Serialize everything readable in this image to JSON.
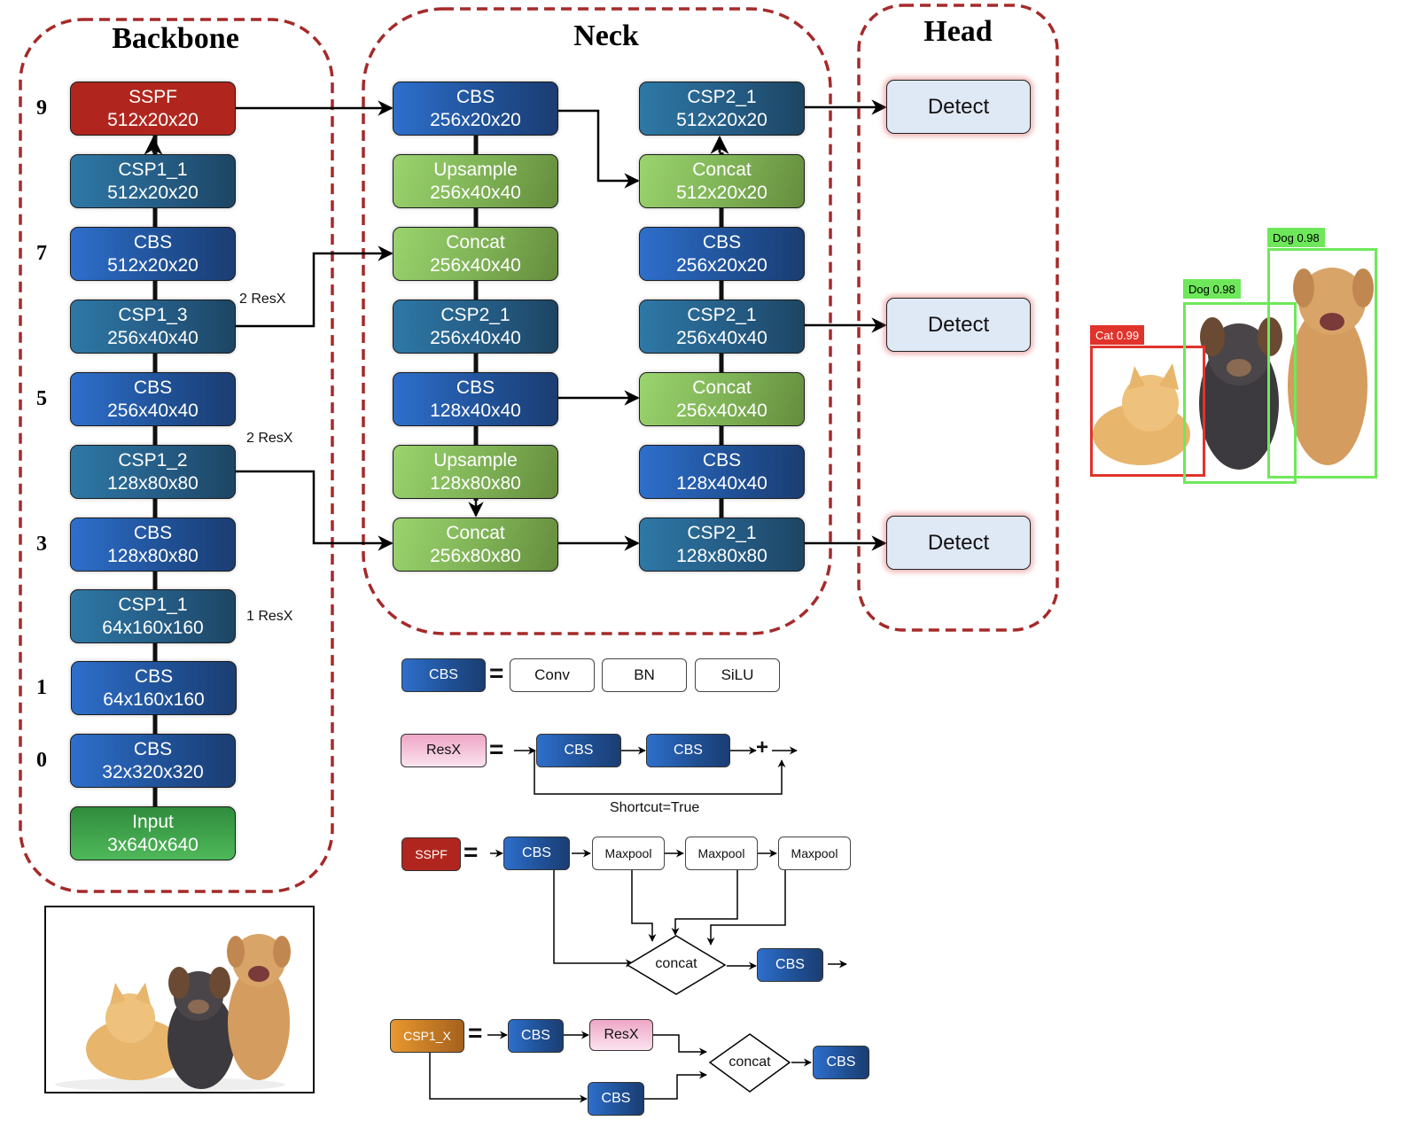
{
  "regions": {
    "backbone": {
      "title": "Backbone"
    },
    "neck": {
      "title": "Neck"
    },
    "head": {
      "title": "Head"
    }
  },
  "colors": {
    "region_border": "#a52a2a",
    "cbs": "#1f4f93",
    "csp": "#245a82",
    "green": "#80b457",
    "sspf": "#b0261e",
    "input": "#3fa24b",
    "detect": "#dfe8f5",
    "resx": "#f3bcd5",
    "csp1x": "#c97a25",
    "cat_box": "#e0332b",
    "dog_box": "#6ee85a"
  },
  "backbone": {
    "blocks": [
      {
        "name": "SSPF",
        "shape": "512x20x20",
        "index": "9",
        "annotation": ""
      },
      {
        "name": "CSP1_1",
        "shape": "512x20x20",
        "index": "",
        "annotation": ""
      },
      {
        "name": "CBS",
        "shape": "512x20x20",
        "index": "7",
        "annotation": ""
      },
      {
        "name": "CSP1_3",
        "shape": "256x40x40",
        "index": "",
        "annotation": "2 ResX"
      },
      {
        "name": "CBS",
        "shape": "256x40x40",
        "index": "5",
        "annotation": ""
      },
      {
        "name": "CSP1_2",
        "shape": "128x80x80",
        "index": "",
        "annotation": "2 ResX"
      },
      {
        "name": "CBS",
        "shape": "128x80x80",
        "index": "3",
        "annotation": ""
      },
      {
        "name": "CSP1_1",
        "shape": "64x160x160",
        "index": "",
        "annotation": "1 ResX"
      },
      {
        "name": "CBS",
        "shape": "64x160x160",
        "index": "1",
        "annotation": ""
      },
      {
        "name": "CBS",
        "shape": "32x320x320",
        "index": "0",
        "annotation": ""
      },
      {
        "name": "Input",
        "shape": "3x640x640",
        "index": "",
        "annotation": ""
      }
    ]
  },
  "neck": {
    "left_column": [
      {
        "name": "CBS",
        "shape": "256x20x20"
      },
      {
        "name": "Upsample",
        "shape": "256x40x40"
      },
      {
        "name": "Concat",
        "shape": "256x40x40"
      },
      {
        "name": "CSP2_1",
        "shape": "256x40x40"
      },
      {
        "name": "CBS",
        "shape": "128x40x40"
      },
      {
        "name": "Upsample",
        "shape": "128x80x80"
      },
      {
        "name": "Concat",
        "shape": "256x80x80"
      }
    ],
    "right_column": [
      {
        "name": "CSP2_1",
        "shape": "512x20x20"
      },
      {
        "name": "Concat",
        "shape": "512x20x20"
      },
      {
        "name": "CBS",
        "shape": "256x20x20"
      },
      {
        "name": "CSP2_1",
        "shape": "256x40x40"
      },
      {
        "name": "Concat",
        "shape": "256x40x40"
      },
      {
        "name": "CBS",
        "shape": "128x40x40"
      },
      {
        "name": "CSP2_1",
        "shape": "128x80x80"
      }
    ]
  },
  "head": {
    "blocks": [
      {
        "label": "Detect"
      },
      {
        "label": "Detect"
      },
      {
        "label": "Detect"
      }
    ]
  },
  "legend": {
    "cbs": {
      "label": "CBS",
      "equals": "=",
      "parts": [
        "Conv",
        "BN",
        "SiLU"
      ]
    },
    "resx": {
      "label": "ResX",
      "equals": "=",
      "blocks": [
        "CBS",
        "CBS"
      ],
      "plus": "+",
      "caption": "Shortcut=True"
    },
    "sspf": {
      "label": "SSPF",
      "equals": "=",
      "cbs_in": "CBS",
      "pools": [
        "Maxpool",
        "Maxpool",
        "Maxpool"
      ],
      "concat": "concat",
      "cbs_out": "CBS"
    },
    "csp1x": {
      "label": "CSP1_X",
      "equals": "=",
      "cbs_top": "CBS",
      "resx": "ResX",
      "cbs_bottom": "CBS",
      "concat": "concat",
      "cbs_out": "CBS"
    }
  },
  "detections": [
    {
      "label": "Cat 0.99",
      "class": "cat"
    },
    {
      "label": "Dog 0.98",
      "class": "dog"
    },
    {
      "label": "Dog 0.98",
      "class": "dog"
    }
  ],
  "images": {
    "input_image": "cat-and-two-puppies-photo",
    "output_image": "cat-and-two-puppies-with-detections"
  }
}
